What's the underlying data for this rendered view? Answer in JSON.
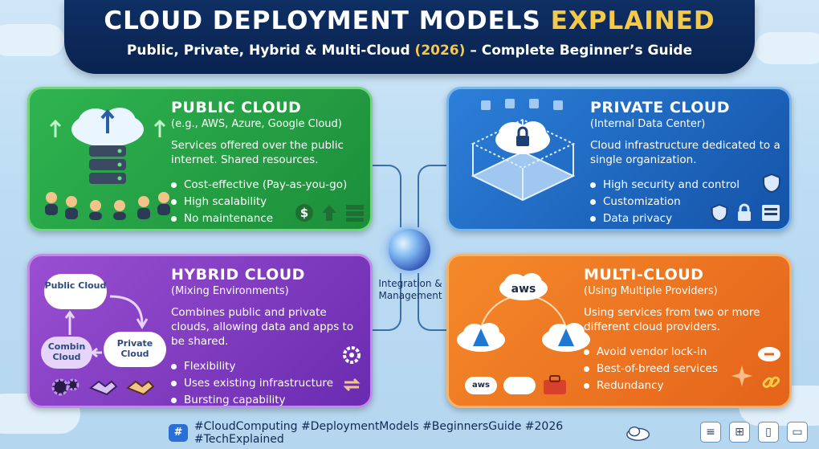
{
  "header": {
    "title_main": "CLOUD DEPLOYMENT MODELS ",
    "title_highlight": "EXPLAINED",
    "subtitle_pre": "Public, Private, Hybrid & Multi-Cloud ",
    "subtitle_highlight": "(2026)",
    "subtitle_post": " – Complete Beginner’s Guide"
  },
  "public": {
    "title": "PUBLIC CLOUD",
    "paren": "(e.g., AWS, Azure, Google Cloud)",
    "desc": "Services offered over the public internet. Shared resources.",
    "items": [
      "Cost-effective (Pay-as-you-go)",
      "High scalability",
      "No maintenance"
    ]
  },
  "private": {
    "title": "PRIVATE CLOUD",
    "paren": "(Internal Data Center)",
    "desc": "Cloud infrastructure dedicated to a single organization.",
    "items": [
      "High security and control",
      "Customization",
      "Data privacy"
    ]
  },
  "hybrid": {
    "title": "HYBRID CLOUD",
    "paren": "(Mixing Environments)",
    "desc": "Combines public and private clouds, allowing data and apps to be shared.",
    "items": [
      "Flexibility",
      "Uses existing infrastructure",
      "Bursting capability"
    ],
    "cloud_public": "Public Cloud",
    "cloud_private": "Private Cloud",
    "cloud_combin": "Combin Cloud"
  },
  "multi": {
    "title": "MULTI-CLOUD",
    "paren": "(Using Multiple Providers)",
    "desc": "Using services from two or more different cloud providers.",
    "items": [
      "Avoid vendor lock-in",
      "Best-of-breed services",
      "Redundancy"
    ],
    "aws_label": "aws",
    "aws_small": "aws"
  },
  "hub": {
    "label": "Integration & Management"
  },
  "footer": {
    "hash_symbol": "#",
    "tags": "#CloudComputing  #DeploymentModels  #BeginnersGuide  #2026  #TechExplained"
  },
  "colors": {
    "accent": "#f7c948",
    "public": "#2fb450",
    "private": "#2c7fd9",
    "hybrid": "#9a4fd1",
    "multi": "#f5892a"
  }
}
